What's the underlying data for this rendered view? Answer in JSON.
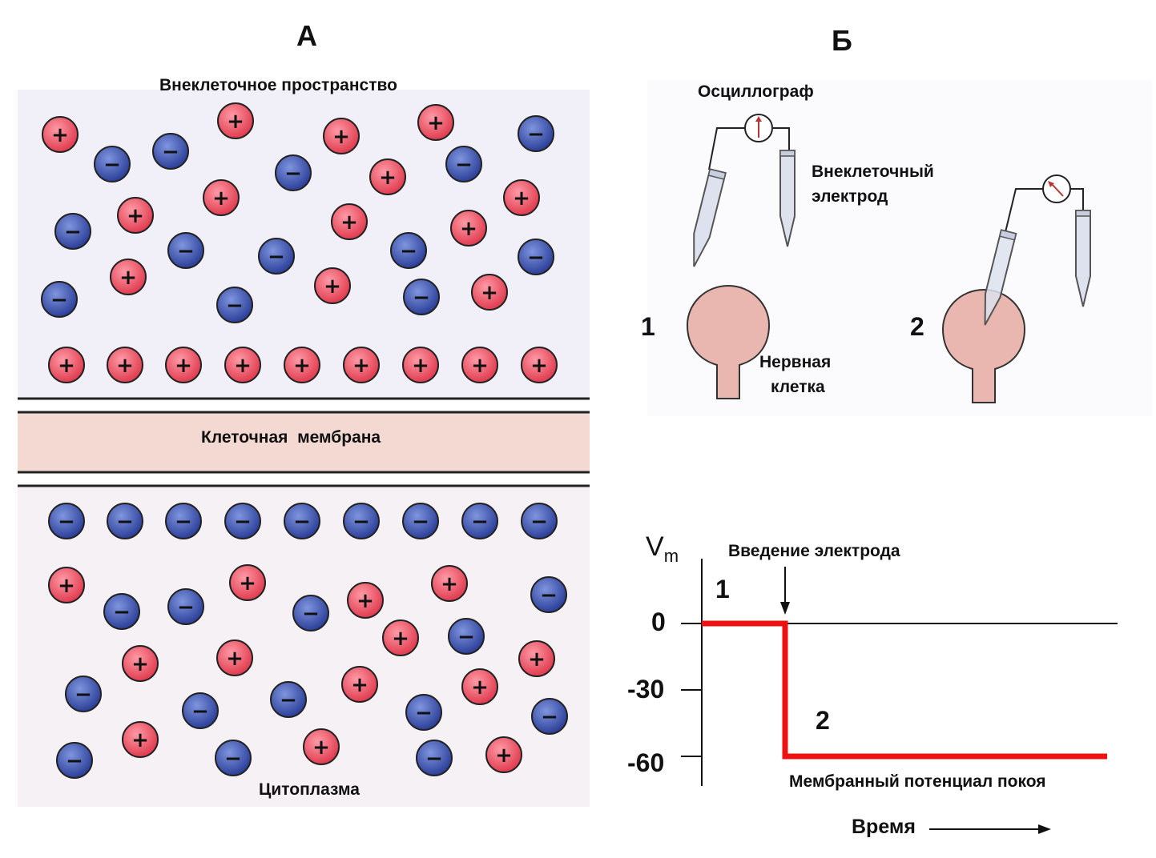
{
  "panel_a": {
    "letter": "А",
    "extracellular_label": "Внеклеточное пространство",
    "membrane_label": "Клеточная  мембрана",
    "cytoplasm_label": "Цитоплазма",
    "positive_sign": "+",
    "negative_sign": "−",
    "colors": {
      "positive_ion": "#e8505f",
      "negative_ion": "#3a4fa8",
      "membrane": "#f3d9d2",
      "background": "#f2f0f7"
    }
  },
  "panel_b": {
    "letter": "Б",
    "oscillograph_label": "Осциллограф",
    "electrode_label_line1": "Внеклеточный",
    "electrode_label_line2": "электрод",
    "neuron_label_line1": "Нервная",
    "neuron_label_line2": "клетка",
    "setup_1_number": "1",
    "setup_2_number": "2",
    "colors": {
      "cell": "#e8b3ad"
    }
  },
  "chart_data": {
    "type": "line",
    "ylabel_main": "V",
    "ylabel_sub": "m",
    "xlabel": "Время",
    "y_ticks": [
      "0",
      "-30",
      "-60"
    ],
    "ylim": [
      -75,
      30
    ],
    "annotation_arrow": "Введение электрода",
    "phase_1_label": "1",
    "phase_2_label": "2",
    "resting_label": "Мембранный потенциал покоя",
    "series": [
      {
        "values_y": [
          0,
          0,
          -60,
          -60
        ],
        "color": "#ee1111"
      }
    ]
  }
}
